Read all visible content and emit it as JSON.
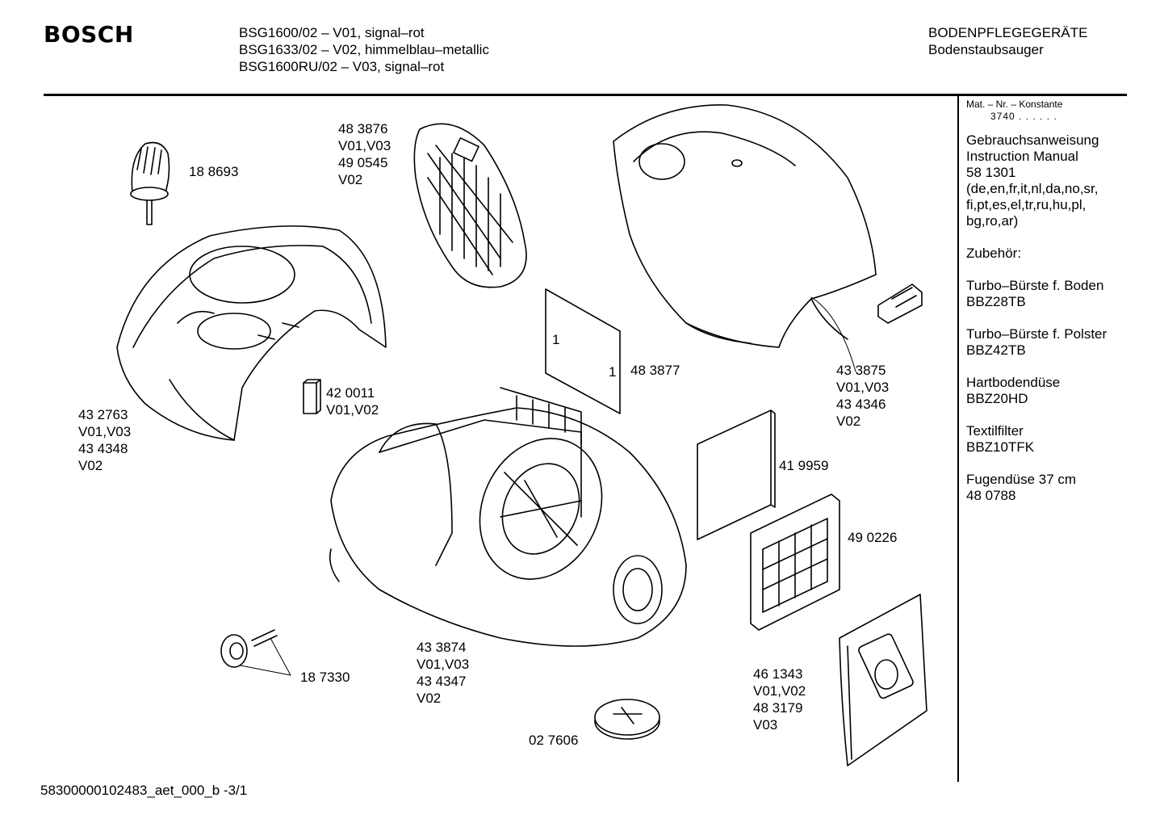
{
  "header": {
    "brand": "BOSCH",
    "models": [
      "BSG1600/02 –  V01,  signal–rot",
      "BSG1633/02 – V02, himmelblau–metallic",
      "BSG1600RU/02 –  V03,  signal–rot"
    ],
    "category": "BODENPFLEGEGERÄTE",
    "subcategory": "Bodenstaubsauger"
  },
  "sidebar": {
    "mat_label": "Mat. – Nr. – Konstante",
    "mat_value": "3740  .  .    .  .  .  .",
    "blocks": [
      [
        "Gebrauchsanweisung",
        "Instruction Manual",
        "58 1301",
        "(de,en,fr,it,nl,da,no,sr,",
        "fi,pt,es,el,tr,ru,hu,pl,",
        "bg,ro,ar)"
      ],
      [
        "Zubehör:"
      ],
      [
        "Turbo–Bürste f. Boden",
        "BBZ28TB"
      ],
      [
        "Turbo–Bürste f. Polster",
        "BBZ42TB"
      ],
      [
        "Hartbodendüse",
        "BBZ20HD"
      ],
      [
        "Textilfilter",
        "BBZ10TFK"
      ],
      [
        "Fugendüse 37 cm",
        "48 0788"
      ]
    ]
  },
  "parts": {
    "p188693": [
      "18 8693"
    ],
    "p483876": [
      "48 3876",
      "V01,V03",
      "49 0545",
      "V02"
    ],
    "p432763": [
      "43 2763",
      "V01,V03",
      "43 4348",
      "V02"
    ],
    "p420011": [
      "42 0011",
      "V01,V02"
    ],
    "p483877": [
      "48 3877"
    ],
    "p433875": [
      "43 3875",
      "V01,V03",
      "43 4346",
      "V02"
    ],
    "p419959": [
      "41  9959"
    ],
    "p490226": [
      "49 0226"
    ],
    "p433874": [
      "43 3874",
      "V01,V03",
      "43 4347",
      "V02"
    ],
    "p187330": [
      "18 7330"
    ],
    "p461343": [
      "46 1343",
      "V01,V02",
      "48 3179",
      "V03"
    ],
    "p027606": [
      "02 7606"
    ]
  },
  "filter_marks": [
    "1",
    "1"
  ],
  "footer": {
    "docid": "58300000102483_aet_000_b  -3/1"
  }
}
